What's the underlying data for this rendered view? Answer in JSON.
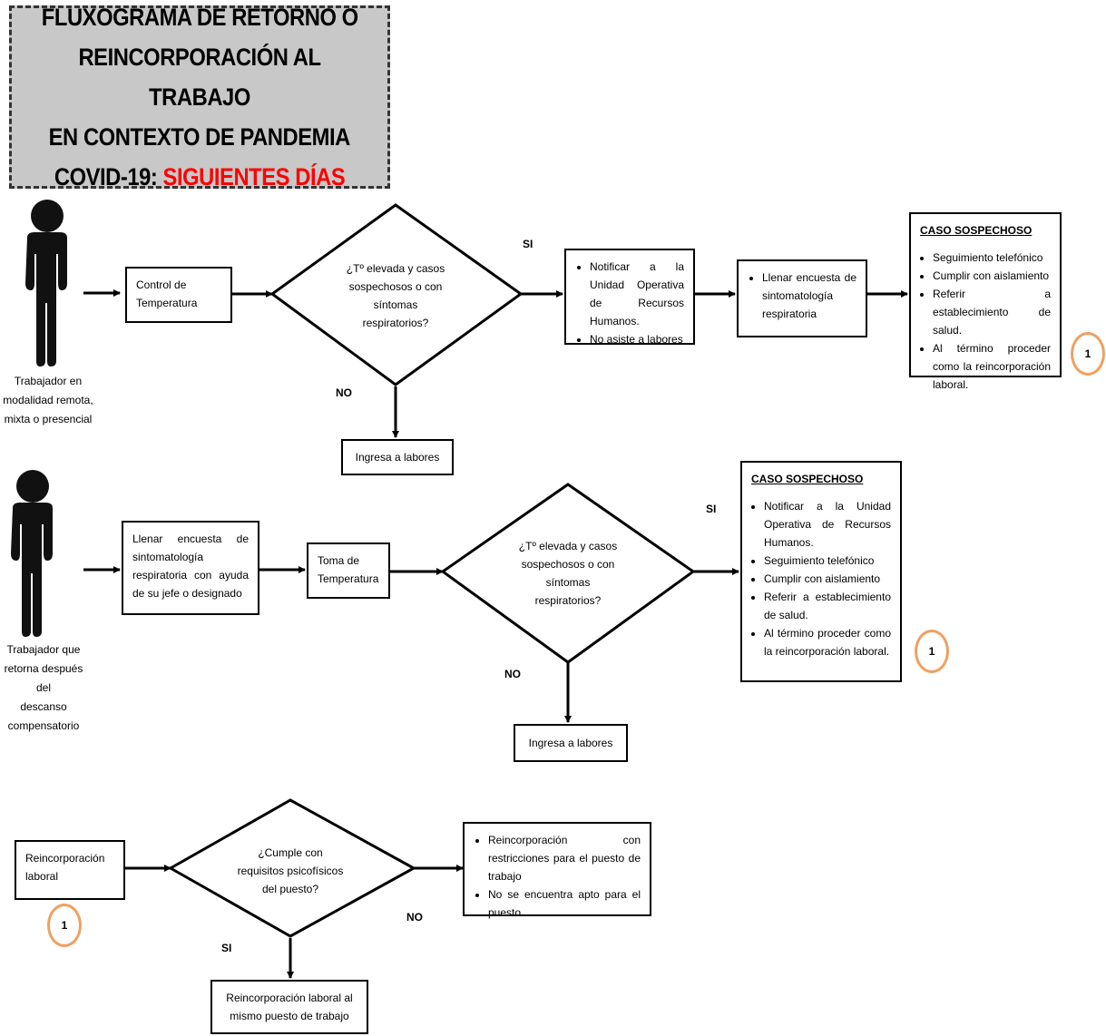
{
  "title": {
    "line1": "FLUXOGRAMA DE RETORNO O",
    "line2": "REINCORPORACIÓN AL TRABAJO",
    "line3": "EN CONTEXTO DE PANDEMIA",
    "line4_black": "COVID-19: ",
    "line4_red": "SIGUIENTES DÍAS",
    "red_color": "#ff0000",
    "bg_color": "#c8c8c8"
  },
  "flow1": {
    "worker_caption": [
      "Trabajador en",
      "modalidad remota,",
      "mixta o presencial"
    ],
    "step1": [
      "Control de",
      "Temperatura"
    ],
    "decision": [
      "¿Tº elevada y casos",
      "sospechosos o con",
      "síntomas",
      "respiratorios?"
    ],
    "yes_label": "SI",
    "no_label": "NO",
    "notify": [
      "Notificar a la Unidad Operativa de Recursos Humanos.",
      "No asiste a labores"
    ],
    "survey": [
      "Llenar encuesta de sintomatología respiratoria"
    ],
    "case_title": "CASO SOSPECHOSO",
    "case_items": [
      "Seguimiento telefónico",
      "Cumplir con aislamiento",
      "Referir a establecimiento de salud.",
      "Al término proceder como la reincorporación laboral."
    ],
    "connector": "1",
    "no_result": "Ingresa a labores"
  },
  "flow2": {
    "worker_caption": [
      "Trabajador que",
      "retorna después del",
      "descanso",
      "compensatorio"
    ],
    "survey": "Llenar encuesta de sintomatología respiratoria con ayuda de su jefe o designado",
    "step2": [
      "Toma de",
      "Temperatura"
    ],
    "decision": [
      "¿Tº elevada y casos",
      "sospechosos o con",
      "síntomas",
      "respiratorios?"
    ],
    "yes_label": "SI",
    "no_label": "NO",
    "case_title": "CASO SOSPECHOSO",
    "case_items": [
      "Notificar a la Unidad Operativa de Recursos Humanos.",
      "Seguimiento telefónico",
      "Cumplir con aislamiento",
      "Referir a establecimiento de salud.",
      "Al término proceder como la reincorporación laboral."
    ],
    "connector": "1",
    "no_result": "Ingresa a labores"
  },
  "flow3": {
    "start": [
      "Reincorporación",
      "laboral"
    ],
    "connector": "1",
    "decision": [
      "¿Cumple con",
      "requisitos psicofísicos",
      "del puesto?"
    ],
    "no_label": "NO",
    "yes_label": "SI",
    "no_items": [
      "Reincorporación con restricciones para el puesto de trabajo",
      "No se encuentra apto para el puesto"
    ],
    "yes_result": [
      "Reincorporación laboral al",
      "mismo puesto de trabajo"
    ]
  },
  "icons": {
    "worker": "person-icon",
    "connector": "circle-connector-icon"
  },
  "colors": {
    "connector_border": "#f0a060",
    "line": "#000000"
  }
}
